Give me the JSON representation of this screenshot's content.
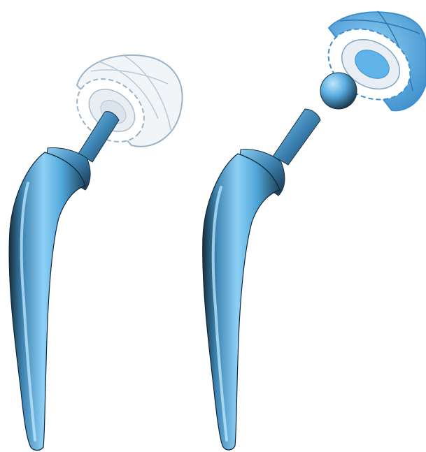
{
  "figure": {
    "subject": "hip-implant-illustration",
    "left_view": "assembled-implant",
    "right_view": "exploded-implant",
    "parts": [
      "femoral-stem",
      "femoral-head",
      "acetabular-cup"
    ]
  },
  "colors": {
    "background": "#ffffff",
    "stem_light": "#8fd0f5",
    "stem_mid": "#4fa6d8",
    "stem_dark": "#16303f",
    "cup_outline": "#9bb3c6",
    "cup_fill_light": "#eef2f6",
    "cup_blue": "#5fb3e8",
    "cup_blue_dark": "#3f8fcc"
  }
}
